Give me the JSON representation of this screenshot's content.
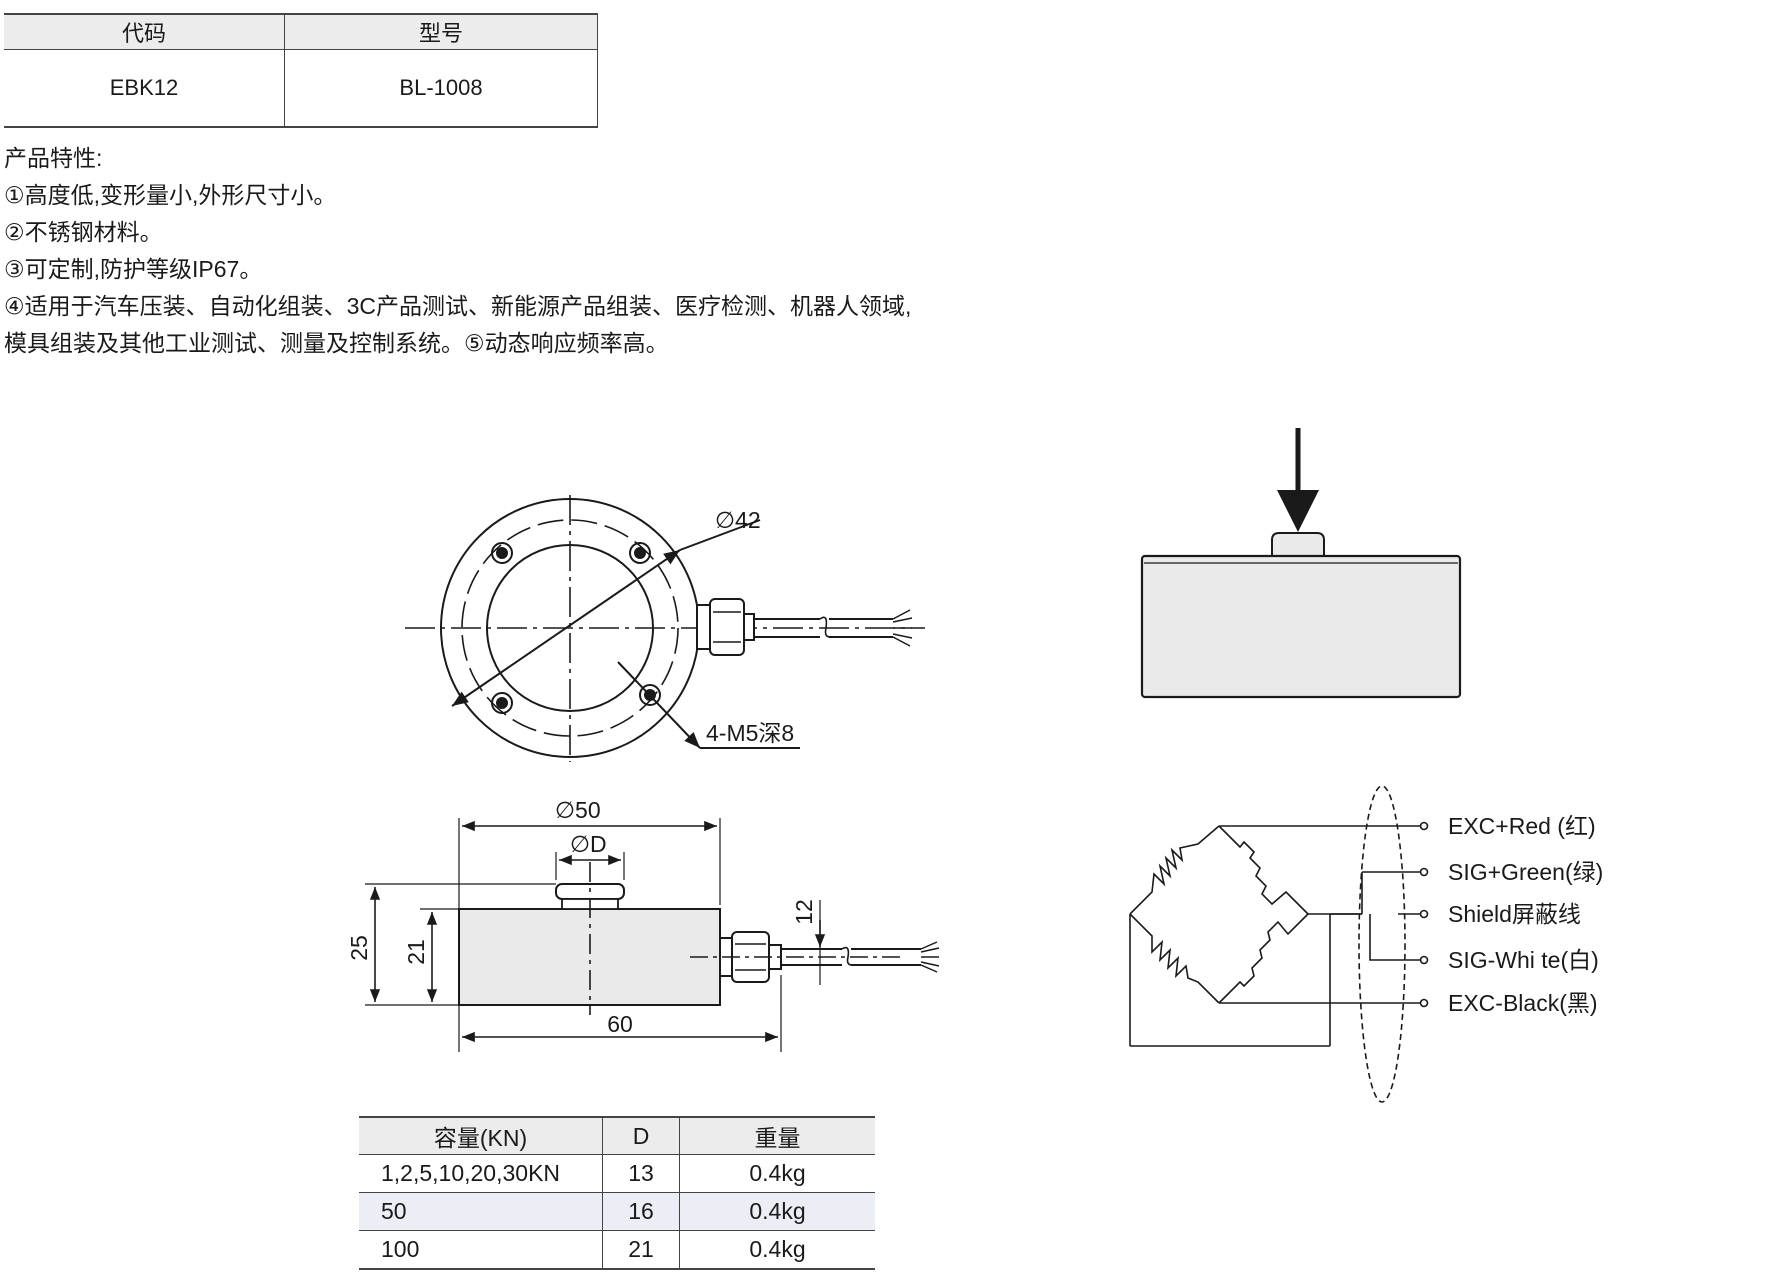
{
  "code_table": {
    "headers": [
      "代码",
      "型号"
    ],
    "row": [
      "EBK12",
      "BL-1008"
    ]
  },
  "features": {
    "title": "产品特性:",
    "lines": [
      "①高度低,变形量小,外形尺寸小。",
      "②不锈钢材料。",
      "③可定制,防护等级IP67。",
      "④适用于汽车压装、自动化组装、3C产品测试、新能源产品组装、医疗检测、机器人领域,",
      "模具组装及其他工业测试、测量及控制系统。⑤动态响应频率高。"
    ]
  },
  "dimensions": {
    "top_diameter": "∅42",
    "thread": "4-M5深8",
    "outer_diameter": "∅50",
    "button_diameter": "∅D",
    "height_total": "25",
    "height_body": "21",
    "cable_offset": "12",
    "overall_length": "60"
  },
  "wiring": {
    "labels": [
      "EXC+Red (红)",
      "SIG+Green(绿)",
      "Shield屏蔽线",
      "SIG-Whi te(白)",
      "EXC-Black(黑)"
    ]
  },
  "capacity_table": {
    "headers": [
      "容量(KN)",
      "D",
      "重量"
    ],
    "rows": [
      [
        "1,2,5,10,20,30KN",
        "13",
        "0.4kg"
      ],
      [
        "50",
        "16",
        "0.4kg"
      ],
      [
        "100",
        "21",
        "0.4kg"
      ]
    ]
  }
}
